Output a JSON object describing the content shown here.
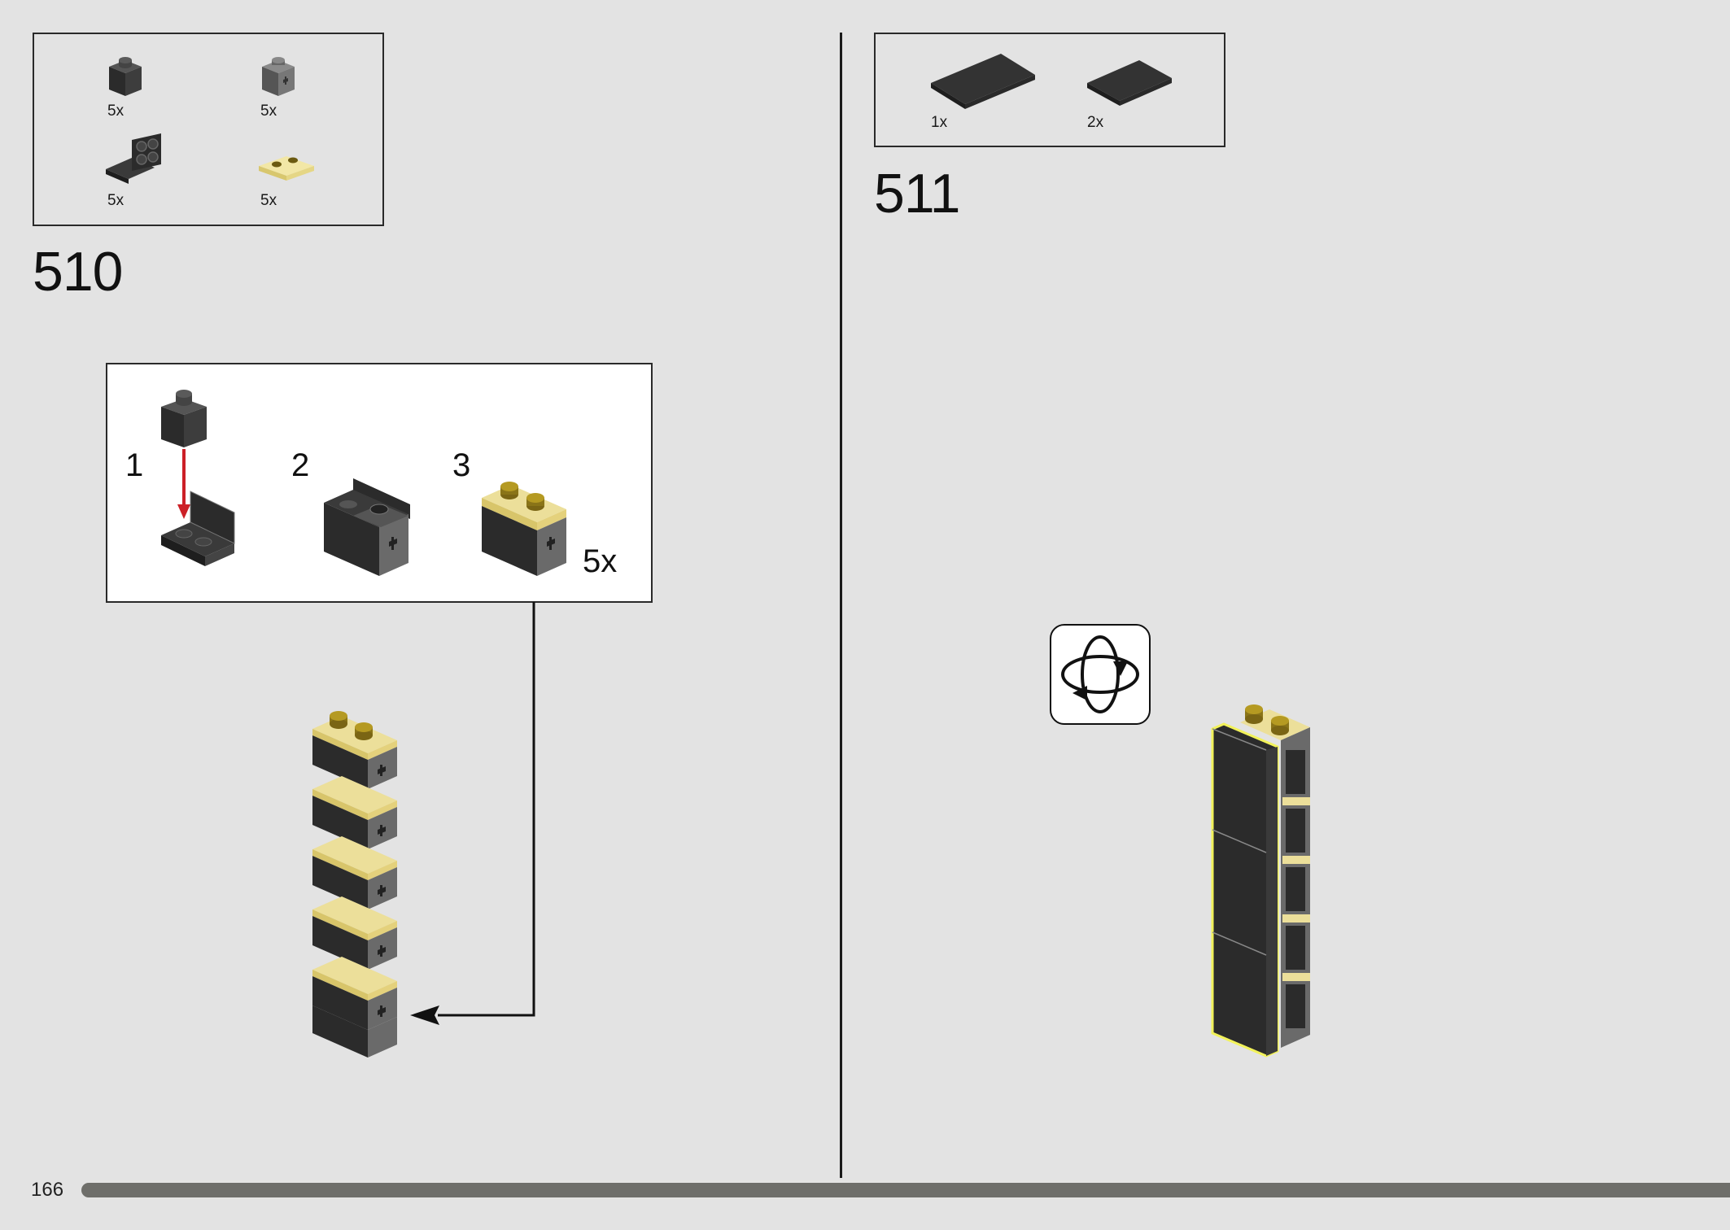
{
  "page": {
    "number": "166",
    "progress_percent": 96
  },
  "step_510": {
    "number": "510",
    "parts": [
      {
        "icon": "dark-gray-brick-1x1-icon",
        "qty": "5x"
      },
      {
        "icon": "gray-technic-brick-1x1-icon",
        "qty": "5x"
      },
      {
        "icon": "dark-gray-bracket-2x2-icon",
        "qty": "5x"
      },
      {
        "icon": "trans-yellow-plate-1x2-icon",
        "qty": "5x"
      }
    ],
    "sub_assembly": {
      "steps": [
        {
          "number": "1"
        },
        {
          "number": "2"
        },
        {
          "number": "3"
        }
      ],
      "multiplier": "5x"
    }
  },
  "step_511": {
    "number": "511",
    "parts": [
      {
        "icon": "dark-gray-tile-large-icon",
        "qty": "1x"
      },
      {
        "icon": "dark-gray-tile-small-icon",
        "qty": "2x"
      }
    ],
    "rotate_icon": "rotate-model-icon"
  },
  "colors": {
    "background": "#e3e3e3",
    "brick_dark": "#2b2b2b",
    "brick_gray": "#6a6a6a",
    "trans_yellow": "#e8d98a",
    "arrow_red": "#cc2027",
    "highlight": "#f2f25a"
  }
}
